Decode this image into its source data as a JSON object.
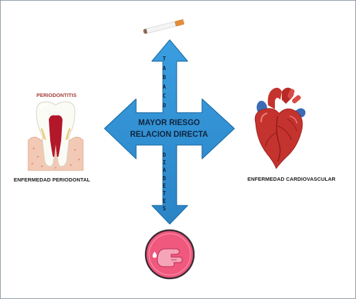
{
  "center": {
    "line1": "MAYOR RIESGO",
    "line2": "RELACION DIRECTA"
  },
  "arrows": {
    "up_word": [
      "T",
      "A",
      "B",
      "A",
      "C",
      "O"
    ],
    "down_word": [
      "D",
      "I",
      "A",
      "B",
      "E",
      "T",
      "E",
      "S"
    ]
  },
  "left": {
    "illustration_label": "PERIODONTITIS",
    "caption": "ENFERMEDAD PERIODONTAL"
  },
  "right": {
    "caption": "ENFERMEDAD CARDIOVASCULAR"
  },
  "icons": {
    "top": "cigarette-icon",
    "bottom": "glucose-finger-prick-icon",
    "left": "tooth-icon",
    "right": "heart-icon"
  },
  "colors": {
    "arrow_fill": "#2e8fd1",
    "arrow_stroke": "#1f6ea8",
    "text_dark": "#10243f",
    "heart": "#c5332f",
    "badge": "#f0587d"
  }
}
